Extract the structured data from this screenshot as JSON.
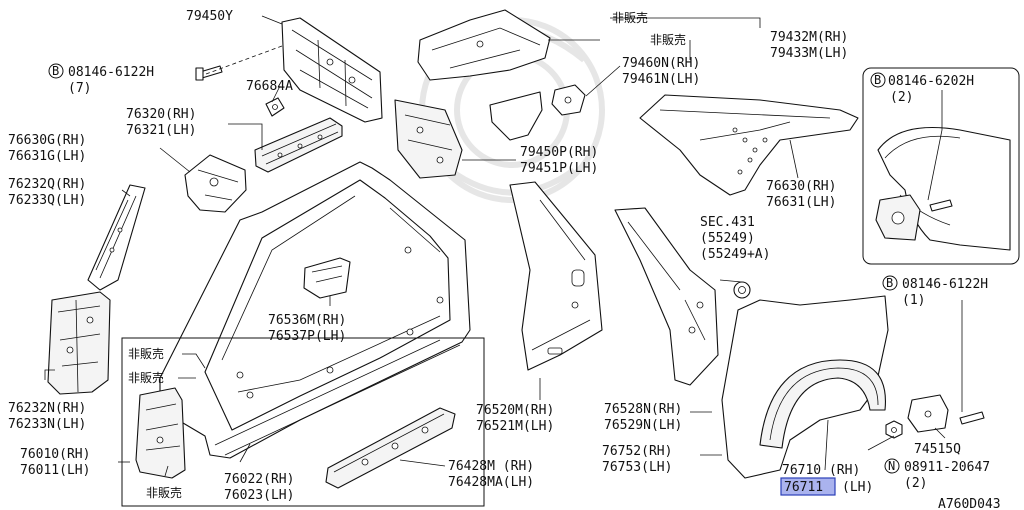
{
  "labels": {
    "p79450y": "79450Y",
    "bolt_08146_6122h_top": "08146-6122H",
    "bolt_qty_7": "(7)",
    "p76684a": "76684A",
    "p76320": "76320(RH)",
    "p76321": "76321(LH)",
    "p76630g": "76630G(RH)",
    "p76631g": "76631G(LH)",
    "p76232q": "76232Q(RH)",
    "p76233q": "76233Q(LH)",
    "p76232n": "76232N(RH)",
    "p76233n": "76233N(LH)",
    "p76010": "76010(RH)",
    "p76011": "76011(LH)",
    "not_for_sale_1": "非販売",
    "not_for_sale_2": "非販売",
    "not_for_sale_3": "非販売",
    "p76536m": "76536M(RH)",
    "p76537p": "76537P(LH)",
    "p76022": "76022(RH)",
    "p76023": "76023(LH)",
    "p76428m": "76428M (RH)",
    "p76428ma": "76428MA(LH)",
    "not_for_sale_top_a": "非販売",
    "not_for_sale_top_b": "非販売",
    "p79432m": "79432M(RH)",
    "p79433m": "79433M(LH)",
    "p79460n": "79460N(RH)",
    "p79461n": "79461N(LH)",
    "p79450p": "79450P(RH)",
    "p79451p": "79451P(LH)",
    "p76520m": "76520M(RH)",
    "p76521m": "76521M(LH)",
    "sec431": "SEC.431",
    "p55249": "(55249)",
    "p55249a": "(55249+A)",
    "p76528n": "76528N(RH)",
    "p76529n": "76529N(LH)",
    "p76752": "76752(RH)",
    "p76753": "76753(LH)",
    "p76710": "76710 (RH)",
    "p76711_num": "76711",
    "p76711_side": "(LH)",
    "bolt_08146_6202h": "08146-6202H",
    "bolt_qty_2a": "(2)",
    "p76630": "76630(RH)",
    "p76631": "76631(LH)",
    "bolt_08146_6122h_right": "08146-6122H",
    "bolt_qty_1": "(1)",
    "p74515q": "74515Q",
    "nut_08911_20647": "08911-20647",
    "nut_qty_2": "(2)",
    "drawing_code": "A760D043",
    "marker_b": "B",
    "marker_n": "N"
  },
  "colors": {
    "line": "#111111",
    "highlight_fill": "#aab3ee",
    "highlight_border": "#2b3fb8",
    "watermark": "#e6e6e6"
  }
}
